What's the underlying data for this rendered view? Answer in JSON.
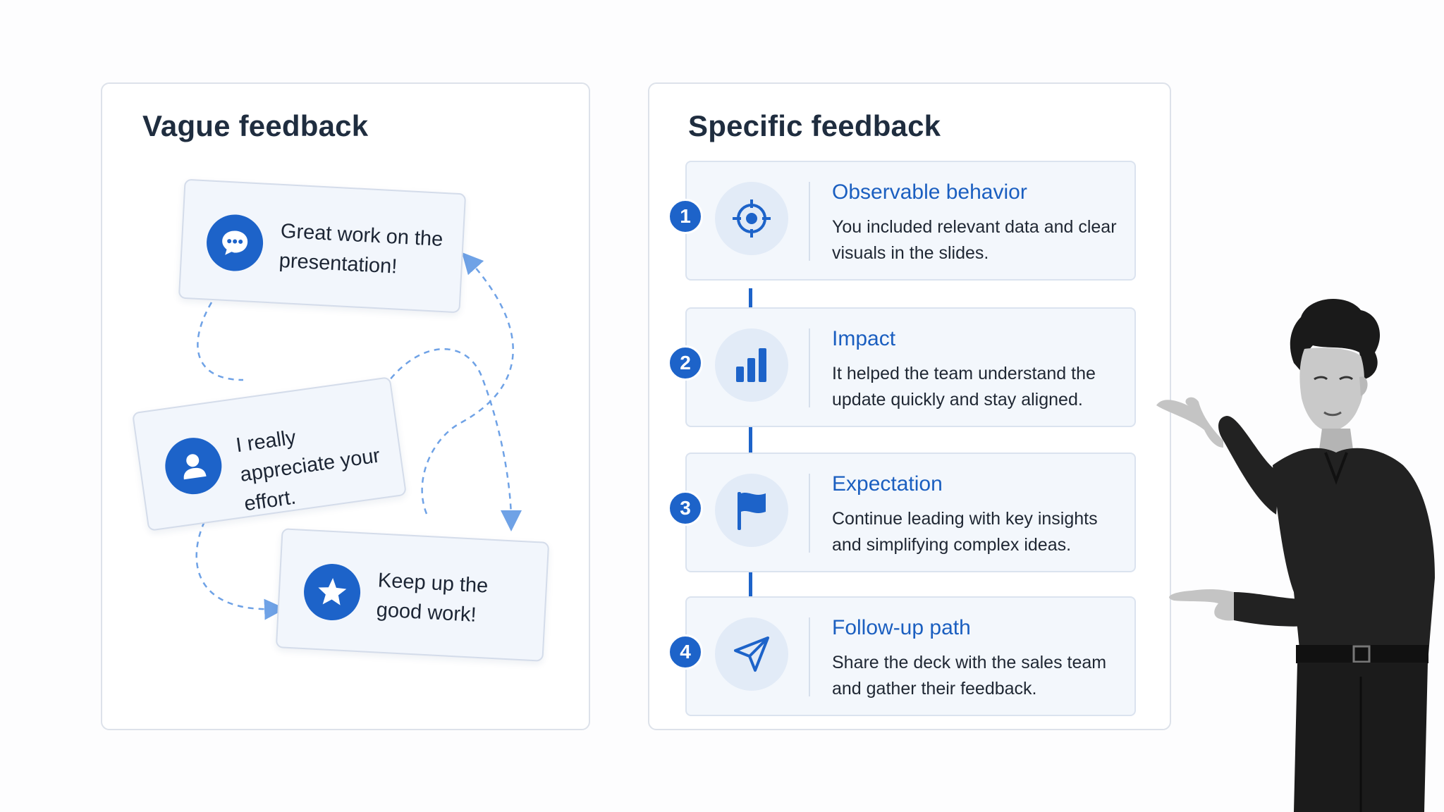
{
  "vague": {
    "title": "Vague feedback",
    "cards": [
      {
        "text": "Great work on the presentation!",
        "icon": "chat-bubble-icon"
      },
      {
        "text": "I really appreciate your effort.",
        "icon": "user-icon"
      },
      {
        "text": "Keep up the good work!",
        "icon": "star-icon"
      }
    ]
  },
  "specific": {
    "title": "Specific feedback",
    "items": [
      {
        "number": "1",
        "title": "Observable behavior",
        "description": "You included relevant data and clear visuals in the slides.",
        "icon": "target-icon"
      },
      {
        "number": "2",
        "title": "Impact",
        "description": "It helped the team understand the update quickly and stay aligned.",
        "icon": "bar-chart-icon"
      },
      {
        "number": "3",
        "title": "Expectation",
        "description": "Continue leading with key insights and simplifying complex ideas.",
        "icon": "flag-icon"
      },
      {
        "number": "4",
        "title": "Follow-up path",
        "description": "Share the deck with the sales team and gather their feedback.",
        "icon": "send-icon"
      }
    ]
  },
  "colors": {
    "accent": "#1d63c9",
    "title_text": "#1b5fc0",
    "card_bg": "#f3f7fc",
    "dashed_connector": "#6fa2e6"
  }
}
